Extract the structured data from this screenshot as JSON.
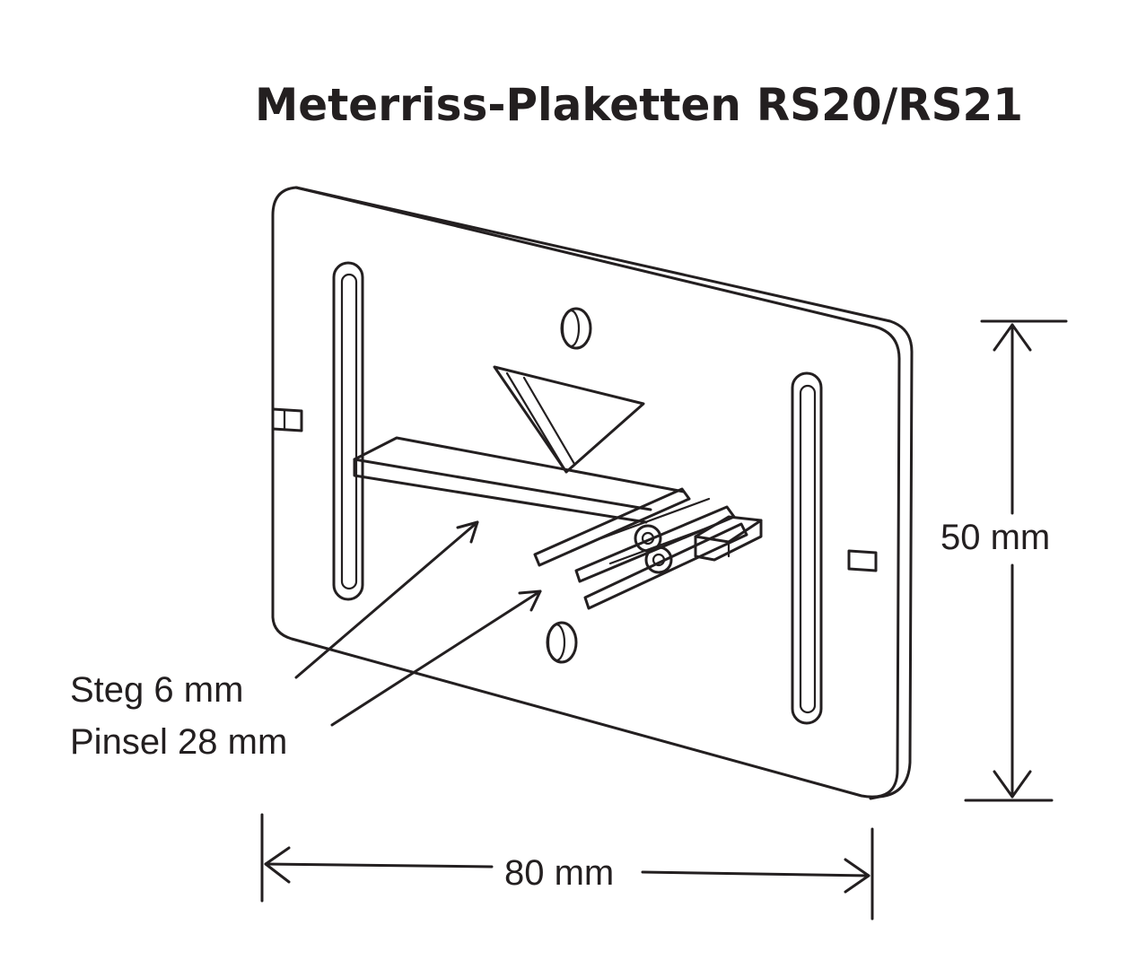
{
  "title": "Meterriss-Plaketten RS20/RS21",
  "labels": {
    "steg": "Steg 6 mm",
    "pinsel": "Pinsel 28 mm",
    "height": "50 mm",
    "width": "80 mm"
  }
}
